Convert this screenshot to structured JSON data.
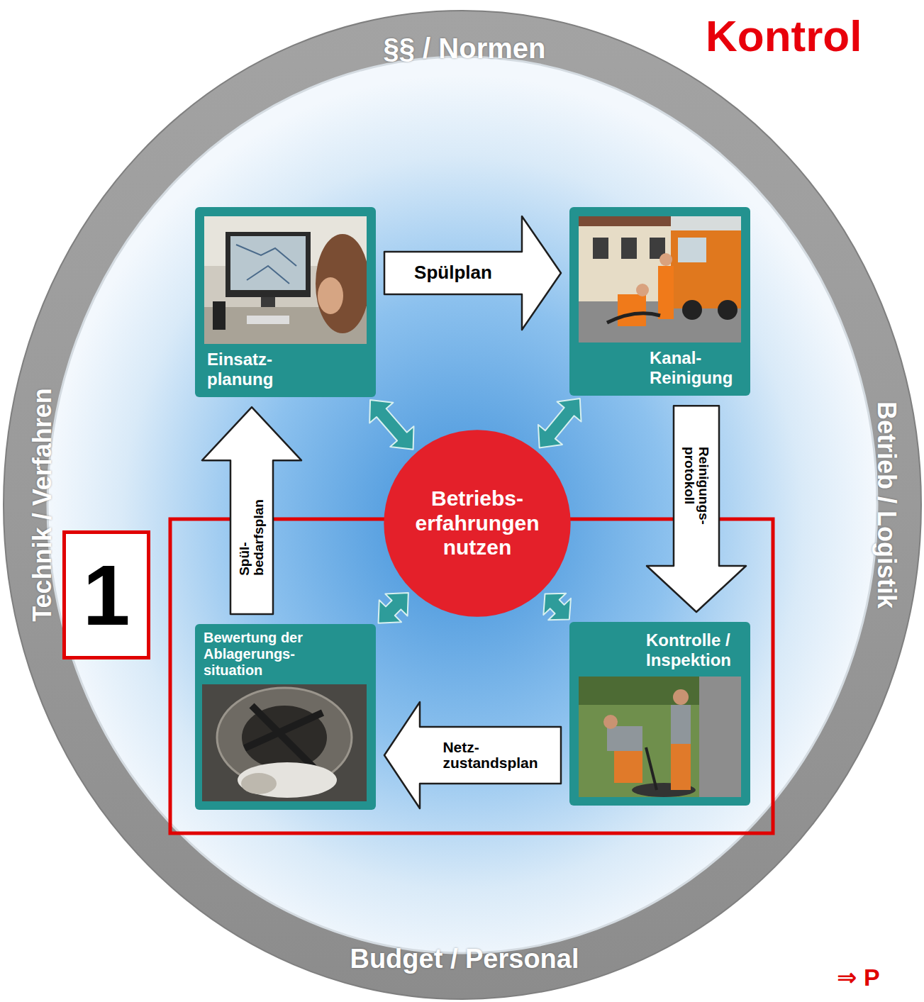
{
  "diagram": {
    "title": "Kontrol",
    "nodes": [
      {
        "text": [
          "Einsatz- planung"
        ]
      },
      {
        "text": [
          "Kanal- Reinigung"
        ]
      },
      {
        "text": [
          "Betriebs- erfahrungen nutzen"
        ]
      },
      {
        "text": [
          "Bewertung der Ablagerungs- situation"
        ]
      },
      {
        "text": [
          "Kontrolle / Inspektion"
        ]
      }
    ],
    "edges": [
      {
        "from": 0,
        "to": 1,
        "label": "Spülplan",
        "arrow": "to"
      },
      {
        "from": 1,
        "to": 4,
        "label": "Reinigungs- protokoll",
        "arrow": "to"
      },
      {
        "from": 4,
        "to": 3,
        "label": "Netz- zustandsplan",
        "arrow": "to"
      },
      {
        "from": 3,
        "to": 0,
        "label": "Spül- bedarfsplan",
        "arrow": "to"
      },
      {
        "from": 2,
        "to": 0,
        "arrow": "both"
      },
      {
        "from": 2,
        "to": 1,
        "arrow": "both"
      },
      {
        "from": 2,
        "to": 3,
        "arrow": "both"
      },
      {
        "from": 2,
        "to": 4,
        "arrow": "both"
      }
    ],
    "labels": [
      "§§ / Normen",
      "Betrieb / Logistik",
      "Budget / Personal",
      "Technik / Verfahren",
      "1",
      "⇒ P"
    ]
  }
}
